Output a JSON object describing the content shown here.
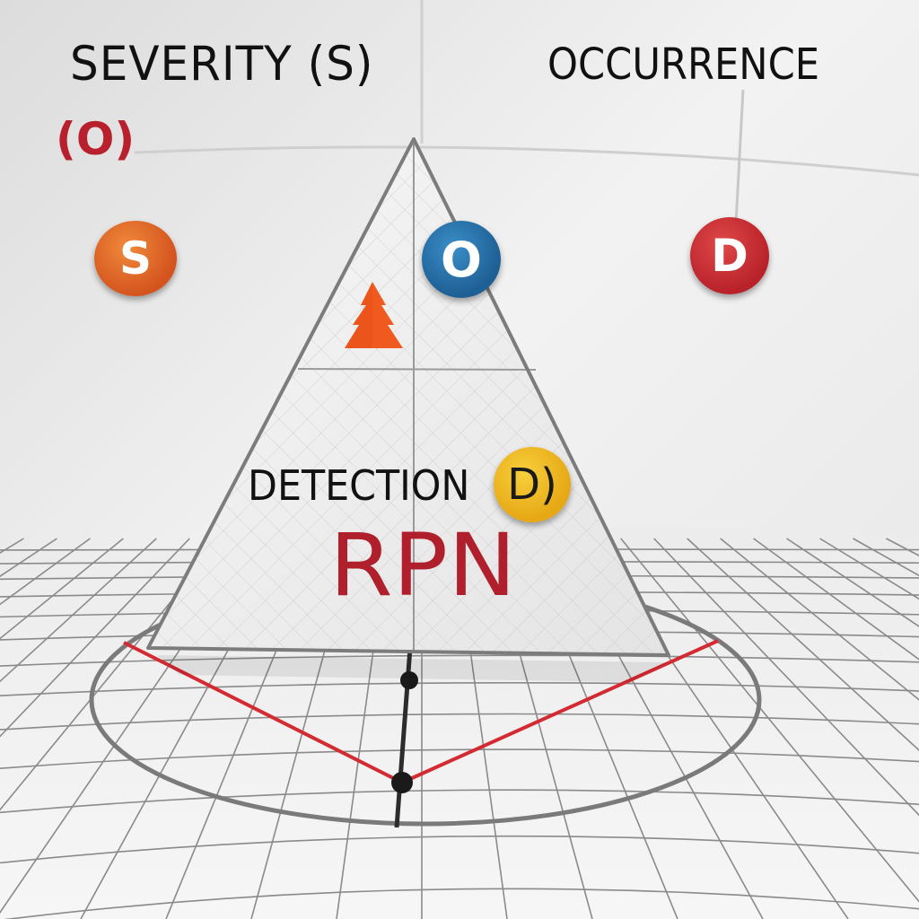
{
  "labels": {
    "severity": "SEVERITY (S)",
    "occurrence": "OCCURRENCE",
    "o_paren": "(O)",
    "detection": "DETECTION",
    "rpn": "RPN"
  },
  "badges": {
    "s": "S",
    "o": "O",
    "d_red": "D",
    "d_yellow": "D)"
  },
  "icons": {
    "tree": "tree-icon"
  },
  "colors": {
    "badge_s": "#d4541e",
    "badge_o": "#1e5f94",
    "badge_d_red": "#b8222a",
    "badge_d_yellow": "#e6a814",
    "rpn_text": "#b0202c",
    "red_lines": "#d42a32"
  }
}
